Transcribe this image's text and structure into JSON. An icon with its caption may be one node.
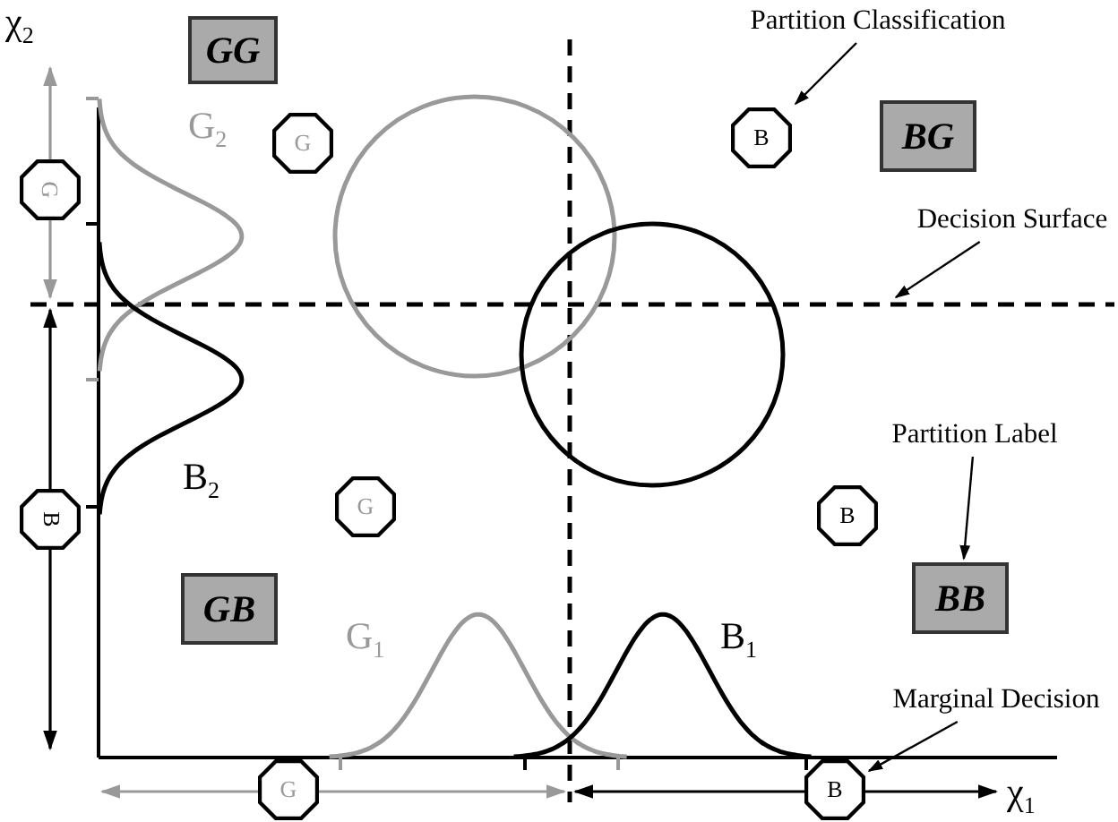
{
  "diagram": {
    "nodes": [
      {
        "text": [
          "GG"
        ]
      },
      {
        "text": [
          "BG"
        ]
      },
      {
        "text": [
          "GB"
        ]
      },
      {
        "text": [
          "BB"
        ]
      },
      {
        "text": [
          "G"
        ]
      },
      {
        "text": [
          "B"
        ]
      },
      {
        "text": [
          "G"
        ]
      },
      {
        "text": [
          "B"
        ]
      },
      {
        "text": [
          "G"
        ]
      },
      {
        "text": [
          "B"
        ]
      },
      {
        "text": [
          "G"
        ]
      },
      {
        "text": [
          "B"
        ]
      },
      {
        "text": [
          "Partition Classification"
        ]
      },
      {
        "text": [
          "Decision Surface"
        ]
      },
      {
        "text": [
          "Partition Label"
        ]
      },
      {
        "text": [
          "Marginal Decision"
        ]
      }
    ],
    "edges": [
      {
        "from": 12,
        "to": 5,
        "arrow": "to"
      },
      {
        "from": 13,
        "to": null,
        "arrow": "to"
      },
      {
        "from": 14,
        "to": 3,
        "arrow": "to"
      },
      {
        "from": 15,
        "to": 11,
        "arrow": "to"
      }
    ],
    "labels": [
      "χ$_{2}$",
      "G$_{2}$",
      "B$_{2}$",
      "G$_{1}$",
      "B$_{1}$",
      "χ$_{1}$"
    ]
  }
}
